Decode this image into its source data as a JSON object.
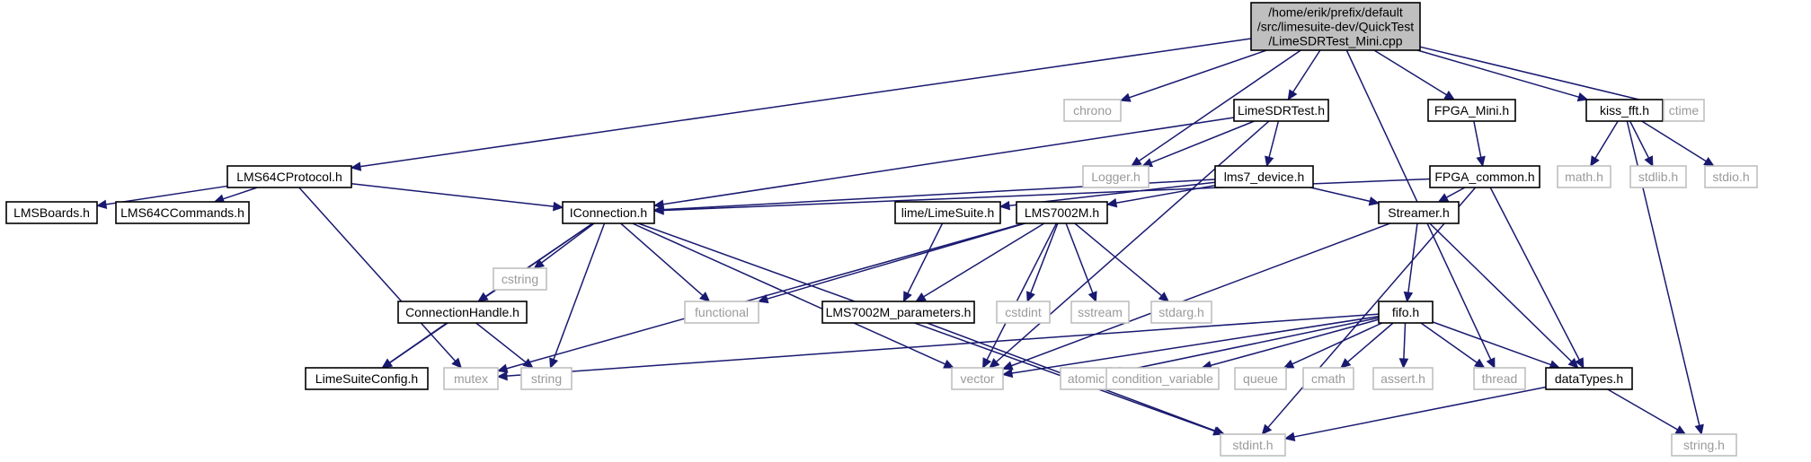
{
  "colors": {
    "edge": "#191970",
    "root_fill": "#bfbfbf",
    "documented_border": "#000000",
    "external_border": "#bfbfbf",
    "external_text": "#9a9a9a"
  },
  "nodes": [
    {
      "id": "root",
      "kind": "root",
      "lines": [
        "/home/erik/prefix/default",
        "/src/limesuite-dev/QuickTest",
        "/LimeSDRTest_Mini.cpp"
      ]
    },
    {
      "id": "chrono",
      "kind": "external",
      "lines": [
        "chrono"
      ]
    },
    {
      "id": "LimeSDRTest.h",
      "kind": "documented",
      "lines": [
        "LimeSDRTest.h"
      ]
    },
    {
      "id": "FPGA_Mini.h",
      "kind": "documented",
      "lines": [
        "FPGA_Mini.h"
      ]
    },
    {
      "id": "kiss_fft.h",
      "kind": "documented",
      "lines": [
        "kiss_fft.h"
      ]
    },
    {
      "id": "ctime",
      "kind": "external",
      "lines": [
        "ctime"
      ]
    },
    {
      "id": "LMS64CProtocol.h",
      "kind": "documented",
      "lines": [
        "LMS64CProtocol.h"
      ]
    },
    {
      "id": "Logger.h",
      "kind": "external",
      "lines": [
        "Logger.h"
      ]
    },
    {
      "id": "lms7_device.h",
      "kind": "documented",
      "lines": [
        "lms7_device.h"
      ]
    },
    {
      "id": "FPGA_common.h",
      "kind": "documented",
      "lines": [
        "FPGA_common.h"
      ]
    },
    {
      "id": "math.h",
      "kind": "external",
      "lines": [
        "math.h"
      ]
    },
    {
      "id": "stdlib.h",
      "kind": "external",
      "lines": [
        "stdlib.h"
      ]
    },
    {
      "id": "stdio.h",
      "kind": "external",
      "lines": [
        "stdio.h"
      ]
    },
    {
      "id": "LMSBoards.h",
      "kind": "documented",
      "lines": [
        "LMSBoards.h"
      ]
    },
    {
      "id": "LMS64CCommands.h",
      "kind": "documented",
      "lines": [
        "LMS64CCommands.h"
      ]
    },
    {
      "id": "IConnection.h",
      "kind": "documented",
      "lines": [
        "IConnection.h"
      ]
    },
    {
      "id": "lime/LimeSuite.h",
      "kind": "documented",
      "lines": [
        "lime/LimeSuite.h"
      ]
    },
    {
      "id": "LMS7002M.h",
      "kind": "documented",
      "lines": [
        "LMS7002M.h"
      ]
    },
    {
      "id": "Streamer.h",
      "kind": "documented",
      "lines": [
        "Streamer.h"
      ]
    },
    {
      "id": "cstring",
      "kind": "external",
      "lines": [
        "cstring"
      ]
    },
    {
      "id": "ConnectionHandle.h",
      "kind": "documented",
      "lines": [
        "ConnectionHandle.h"
      ]
    },
    {
      "id": "functional",
      "kind": "external",
      "lines": [
        "functional"
      ]
    },
    {
      "id": "LMS7002M_parameters.h",
      "kind": "documented",
      "lines": [
        "LMS7002M_parameters.h"
      ]
    },
    {
      "id": "cstdint",
      "kind": "external",
      "lines": [
        "cstdint"
      ]
    },
    {
      "id": "sstream",
      "kind": "external",
      "lines": [
        "sstream"
      ]
    },
    {
      "id": "stdarg.h",
      "kind": "external",
      "lines": [
        "stdarg.h"
      ]
    },
    {
      "id": "fifo.h",
      "kind": "documented",
      "lines": [
        "fifo.h"
      ]
    },
    {
      "id": "LimeSuiteConfig.h",
      "kind": "documented",
      "lines": [
        "LimeSuiteConfig.h"
      ]
    },
    {
      "id": "mutex",
      "kind": "external",
      "lines": [
        "mutex"
      ]
    },
    {
      "id": "string",
      "kind": "external",
      "lines": [
        "string"
      ]
    },
    {
      "id": "vector",
      "kind": "external",
      "lines": [
        "vector"
      ]
    },
    {
      "id": "atomic",
      "kind": "external",
      "lines": [
        "atomic"
      ]
    },
    {
      "id": "condition_variable",
      "kind": "external",
      "lines": [
        "condition_variable"
      ]
    },
    {
      "id": "queue",
      "kind": "external",
      "lines": [
        "queue"
      ]
    },
    {
      "id": "cmath",
      "kind": "external",
      "lines": [
        "cmath"
      ]
    },
    {
      "id": "assert.h",
      "kind": "external",
      "lines": [
        "assert.h"
      ]
    },
    {
      "id": "thread",
      "kind": "external",
      "lines": [
        "thread"
      ]
    },
    {
      "id": "dataTypes.h",
      "kind": "documented",
      "lines": [
        "dataTypes.h"
      ]
    },
    {
      "id": "stdint.h",
      "kind": "external",
      "lines": [
        "stdint.h"
      ]
    },
    {
      "id": "string.h",
      "kind": "external",
      "lines": [
        "string.h"
      ]
    }
  ],
  "edges": [
    [
      "root",
      "chrono"
    ],
    [
      "root",
      "LimeSDRTest.h"
    ],
    [
      "root",
      "FPGA_Mini.h"
    ],
    [
      "root",
      "kiss_fft.h"
    ],
    [
      "root",
      "ctime"
    ],
    [
      "root",
      "LMS64CProtocol.h"
    ],
    [
      "root",
      "Logger.h"
    ],
    [
      "root",
      "thread"
    ],
    [
      "LimeSDRTest.h",
      "Logger.h"
    ],
    [
      "LimeSDRTest.h",
      "lms7_device.h"
    ],
    [
      "LimeSDRTest.h",
      "IConnection.h"
    ],
    [
      "LimeSDRTest.h",
      "vector"
    ],
    [
      "FPGA_Mini.h",
      "FPGA_common.h"
    ],
    [
      "kiss_fft.h",
      "math.h"
    ],
    [
      "kiss_fft.h",
      "stdlib.h"
    ],
    [
      "kiss_fft.h",
      "stdio.h"
    ],
    [
      "kiss_fft.h",
      "string.h"
    ],
    [
      "LMS64CProtocol.h",
      "LMSBoards.h"
    ],
    [
      "LMS64CProtocol.h",
      "LMS64CCommands.h"
    ],
    [
      "LMS64CProtocol.h",
      "IConnection.h"
    ],
    [
      "LMS64CProtocol.h",
      "mutex"
    ],
    [
      "lms7_device.h",
      "IConnection.h"
    ],
    [
      "lms7_device.h",
      "lime/LimeSuite.h"
    ],
    [
      "lms7_device.h",
      "LMS7002M.h"
    ],
    [
      "lms7_device.h",
      "Streamer.h"
    ],
    [
      "FPGA_common.h",
      "IConnection.h"
    ],
    [
      "FPGA_common.h",
      "Streamer.h"
    ],
    [
      "FPGA_common.h",
      "dataTypes.h"
    ],
    [
      "FPGA_common.h",
      "stdint.h"
    ],
    [
      "IConnection.h",
      "cstring"
    ],
    [
      "IConnection.h",
      "ConnectionHandle.h"
    ],
    [
      "IConnection.h",
      "functional"
    ],
    [
      "IConnection.h",
      "LimeSuiteConfig.h"
    ],
    [
      "IConnection.h",
      "string"
    ],
    [
      "IConnection.h",
      "vector"
    ],
    [
      "IConnection.h",
      "stdint.h"
    ],
    [
      "lime/LimeSuite.h",
      "LMS7002M_parameters.h"
    ],
    [
      "LMS7002M.h",
      "functional"
    ],
    [
      "LMS7002M.h",
      "LMS7002M_parameters.h"
    ],
    [
      "LMS7002M.h",
      "cstdint"
    ],
    [
      "LMS7002M.h",
      "sstream"
    ],
    [
      "LMS7002M.h",
      "stdarg.h"
    ],
    [
      "LMS7002M.h",
      "mutex"
    ],
    [
      "LMS7002M.h",
      "vector"
    ],
    [
      "Streamer.h",
      "fifo.h"
    ],
    [
      "Streamer.h",
      "dataTypes.h"
    ],
    [
      "Streamer.h",
      "vector"
    ],
    [
      "ConnectionHandle.h",
      "LimeSuiteConfig.h"
    ],
    [
      "ConnectionHandle.h",
      "string"
    ],
    [
      "LMS7002M_parameters.h",
      "stdint.h"
    ],
    [
      "fifo.h",
      "vector"
    ],
    [
      "fifo.h",
      "atomic"
    ],
    [
      "fifo.h",
      "condition_variable"
    ],
    [
      "fifo.h",
      "queue"
    ],
    [
      "fifo.h",
      "cmath"
    ],
    [
      "fifo.h",
      "assert.h"
    ],
    [
      "fifo.h",
      "thread"
    ],
    [
      "fifo.h",
      "dataTypes.h"
    ],
    [
      "fifo.h",
      "mutex"
    ],
    [
      "dataTypes.h",
      "stdint.h"
    ],
    [
      "dataTypes.h",
      "string.h"
    ]
  ]
}
